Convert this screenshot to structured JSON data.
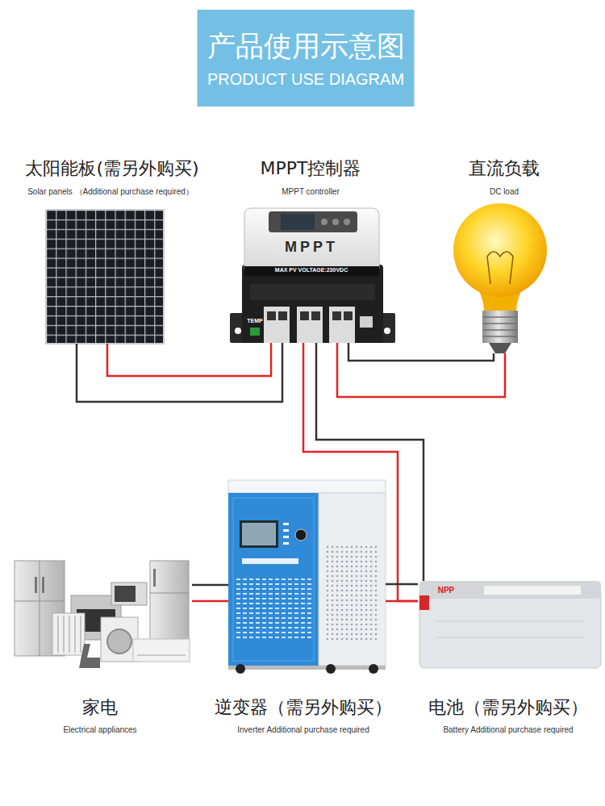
{
  "diagram": {
    "title": "产品使用示意图",
    "nodes": [
      {
        "text": [
          "太阳能板(需另外购买)",
          "Solar panels （Additional purchase required）"
        ]
      },
      {
        "text": [
          "MPPT控制器",
          "MPPT controller"
        ]
      },
      {
        "text": [
          "直流负载",
          "DC load"
        ]
      },
      {
        "text": [
          "家电",
          "Electrical appliances"
        ]
      },
      {
        "text": [
          "逆变器（需另外购买）",
          "Inverter Additional purchase required"
        ]
      },
      {
        "text": [
          "电池（需另外购买）",
          "Battery Additional purchase required"
        ]
      }
    ],
    "edges": [
      {
        "from": 0,
        "to": 1,
        "arrow": "none"
      },
      {
        "from": 0,
        "to": 1,
        "arrow": "none"
      },
      {
        "from": 1,
        "to": 2,
        "arrow": "none"
      },
      {
        "from": 1,
        "to": 2,
        "arrow": "none"
      },
      {
        "from": 1,
        "to": 5,
        "arrow": "none"
      },
      {
        "from": 1,
        "to": 5,
        "arrow": "none"
      },
      {
        "from": 4,
        "to": 5,
        "arrow": "none"
      },
      {
        "from": 4,
        "to": 5,
        "arrow": "none"
      },
      {
        "from": 3,
        "to": 4,
        "arrow": "none"
      },
      {
        "from": 3,
        "to": 4,
        "arrow": "none"
      }
    ],
    "labels": [
      "PRODUCT USE DIAGRAM",
      "MPPT",
      "MAX PV VOLTAGE:230VDC",
      "TEMP",
      "NPP"
    ]
  }
}
